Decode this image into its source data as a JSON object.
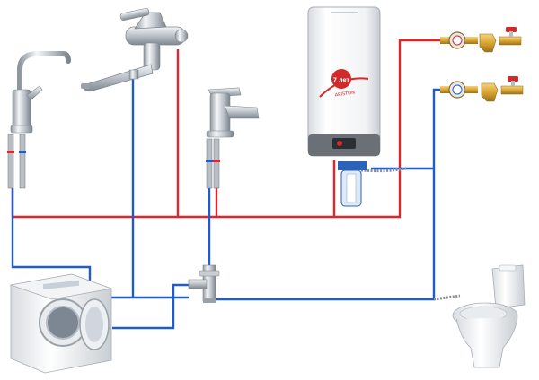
{
  "diagram": {
    "title": "",
    "colors": {
      "hot": "#e0262b",
      "cold": "#1e5bd0",
      "chrome": "#c9ced4",
      "brass": "#d9a532",
      "valve_red": "#d22a2a"
    },
    "boiler": {
      "brand_label": "7 лет",
      "model_label": "ARISTON"
    },
    "components": {
      "kitchen_faucet": "kitchen-faucet",
      "bath_mixer": "bath-mixer",
      "basin_faucet": "basin-faucet",
      "water_heater": "water-heater",
      "filter": "water-filter",
      "washing_machine": "washing-machine",
      "toilet": "toilet",
      "tee_valve": "tee-valve",
      "hot_meter_assembly": "hot-water-meter-assembly",
      "cold_meter_assembly": "cold-water-meter-assembly"
    }
  }
}
